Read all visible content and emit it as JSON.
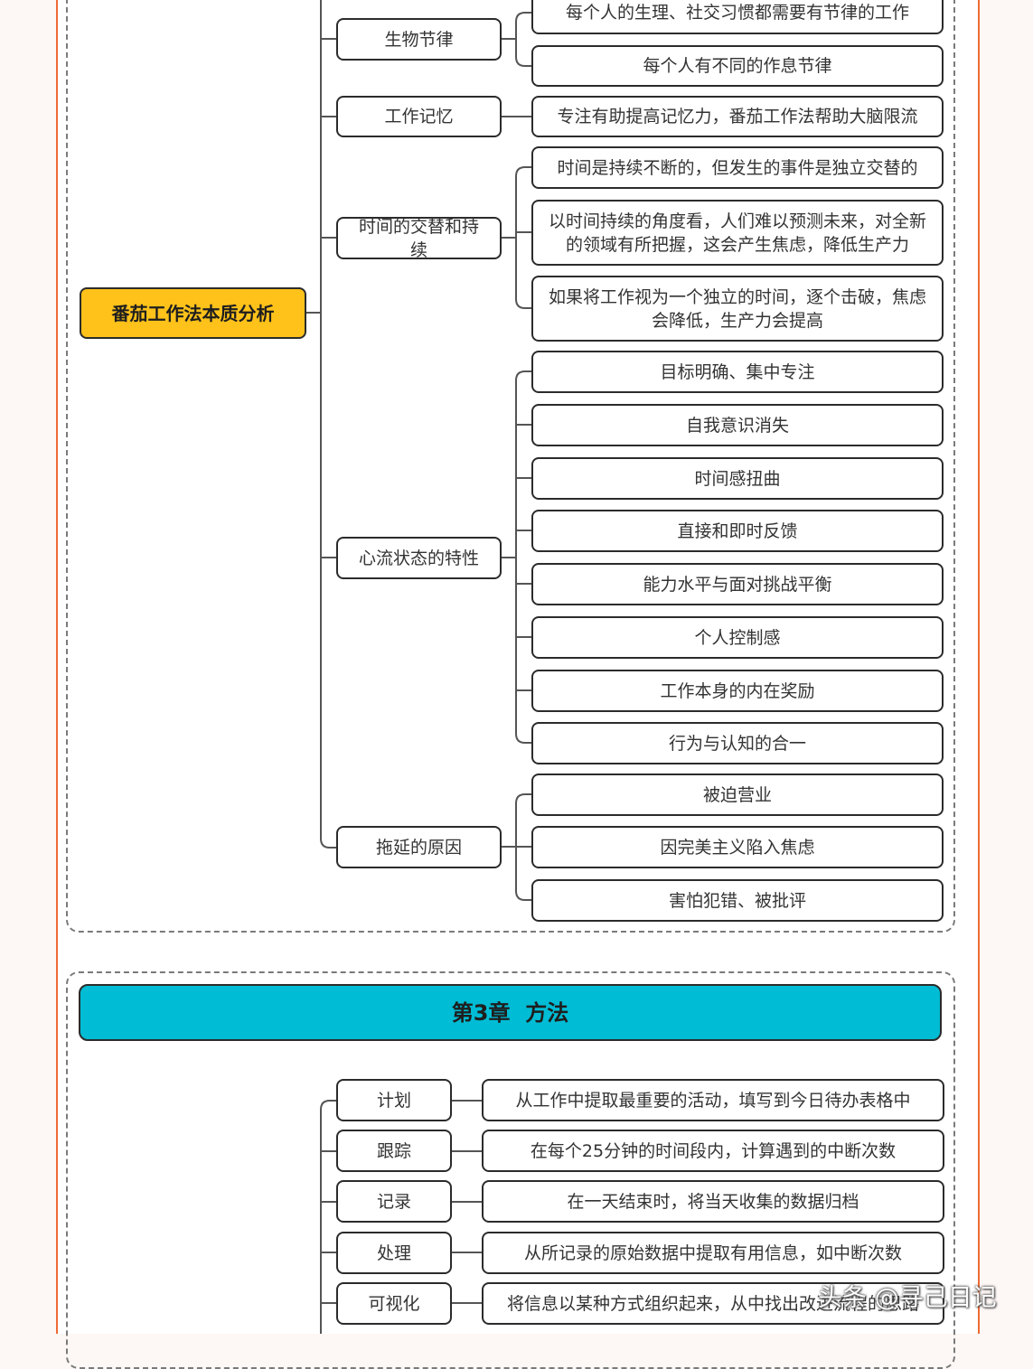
{
  "root": {
    "label": "番茄工作法本质分析"
  },
  "branches": [
    {
      "label": "生物节律",
      "leaves": [
        "每个人的生理、社交习惯都需要有节律的工作",
        "每个人有不同的作息节律"
      ]
    },
    {
      "label": "工作记忆",
      "leaves": [
        "专注有助提高记忆力，番茄工作法帮助大脑限流"
      ]
    },
    {
      "label": "时间的交替和持续",
      "leaves": [
        "时间是持续不断的，但发生的事件是独立交替的",
        "以时间持续的角度看，人们难以预测未来，对全新的领域有所把握，这会产生焦虑，降低生产力",
        "如果将工作视为一个独立的时间，逐个击破，焦虑会降低，生产力会提高"
      ]
    },
    {
      "label": "心流状态的特性",
      "leaves": [
        "目标明确、集中专注",
        "自我意识消失",
        "时间感扭曲",
        "直接和即时反馈",
        "能力水平与面对挑战平衡",
        "个人控制感",
        "工作本身的内在奖励",
        "行为与认知的合一"
      ]
    },
    {
      "label": "拖延的原因",
      "leaves": [
        "被迫营业",
        "因完美主义陷入焦虑",
        "害怕犯错、被批评"
      ]
    }
  ],
  "chapter3": {
    "title": "第3章  方法",
    "steps": [
      {
        "label": "计划",
        "desc": "从工作中提取最重要的活动，填写到今日待办表格中"
      },
      {
        "label": "跟踪",
        "desc": "在每个25分钟的时间段内，计算遇到的中断次数"
      },
      {
        "label": "记录",
        "desc": "在一天结束时，将当天收集的数据归档"
      },
      {
        "label": "处理",
        "desc": "从所记录的原始数据中提取有用信息，如中断次数"
      },
      {
        "label": "可视化",
        "desc": "将信息以某种方式组织起来，从中找出改进流程的思路"
      }
    ]
  },
  "watermark": "头条 @寻己日记",
  "colors": {
    "root": "#ffc21a",
    "chapter": "#00bcd4",
    "border": "#ee6a35",
    "line": "#555555"
  }
}
